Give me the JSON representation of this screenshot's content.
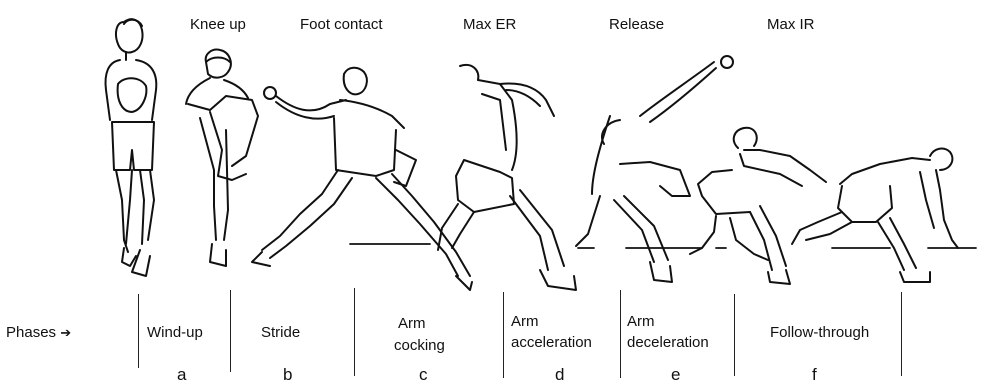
{
  "events": {
    "knee_up": "Knee up",
    "foot_contact": "Foot contact",
    "max_er": "Max ER",
    "release": "Release",
    "max_ir": "Max IR"
  },
  "phases_label": "Phases",
  "phases_arrow": "➔",
  "phases": [
    {
      "lines": [
        "Wind-up"
      ],
      "letter": "a"
    },
    {
      "lines": [
        "Stride"
      ],
      "letter": "b"
    },
    {
      "lines": [
        "Arm",
        "cocking"
      ],
      "letter": "c"
    },
    {
      "lines": [
        "Arm",
        "acceleration"
      ],
      "letter": "d"
    },
    {
      "lines": [
        "Arm",
        "deceleration"
      ],
      "letter": "e"
    },
    {
      "lines": [
        "Follow-through"
      ],
      "letter": "f"
    }
  ]
}
